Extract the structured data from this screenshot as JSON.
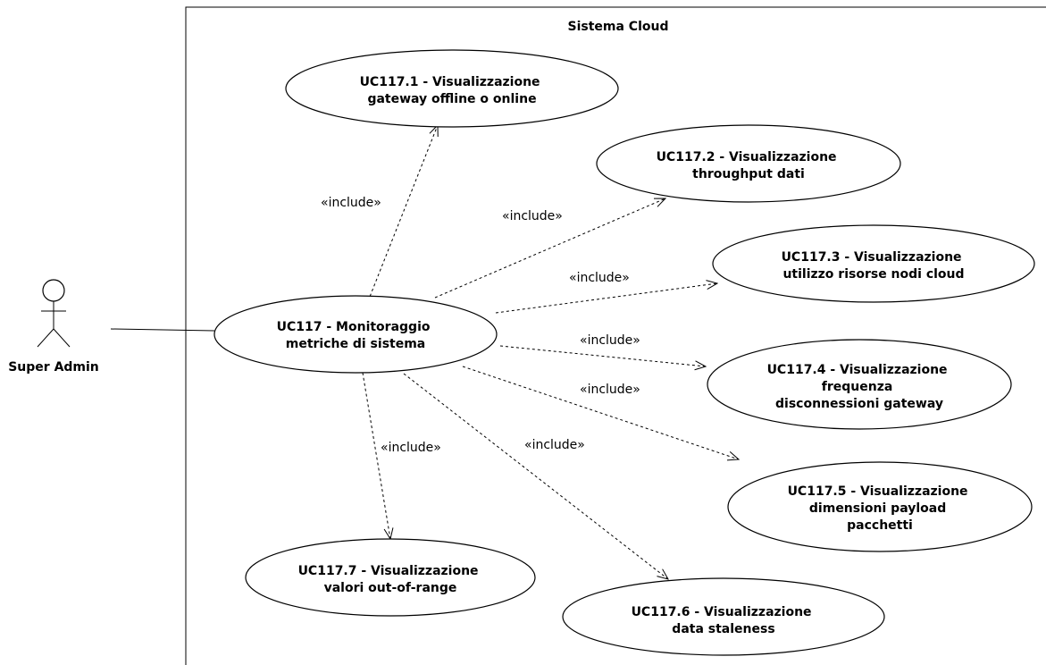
{
  "system": {
    "title": "Sistema Cloud"
  },
  "actor": {
    "name": "Super Admin"
  },
  "main_use_case": {
    "lines": [
      "UC117 - Monitoraggio",
      "metriche di sistema"
    ]
  },
  "use_cases": [
    {
      "id": "uc117-1",
      "lines": [
        "UC117.1 - Visualizzazione",
        "gateway offline o online"
      ]
    },
    {
      "id": "uc117-2",
      "lines": [
        "UC117.2 - Visualizzazione",
        "throughput dati"
      ]
    },
    {
      "id": "uc117-3",
      "lines": [
        "UC117.3 - Visualizzazione",
        "utilizzo risorse nodi cloud"
      ]
    },
    {
      "id": "uc117-4",
      "lines": [
        "UC117.4 - Visualizzazione",
        "frequenza",
        "disconnessioni gateway"
      ]
    },
    {
      "id": "uc117-5",
      "lines": [
        "UC117.5 - Visualizzazione",
        "dimensioni payload",
        "pacchetti"
      ]
    },
    {
      "id": "uc117-6",
      "lines": [
        "UC117.6 - Visualizzazione",
        "data staleness"
      ]
    },
    {
      "id": "uc117-7",
      "lines": [
        "UC117.7 - Visualizzazione",
        "valori out-of-range"
      ]
    }
  ],
  "include_label": "«include»"
}
